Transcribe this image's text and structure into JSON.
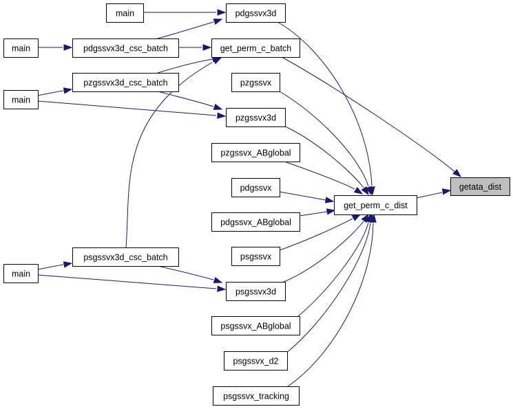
{
  "graph": {
    "root": "getata_dist",
    "colors": {
      "edge": "#191970",
      "node_border": "#000000",
      "node_fill": "#ffffff",
      "root_fill": "#bfbfbf"
    },
    "nodes": {
      "getata_dist": "getata_dist",
      "get_perm_c_dist": "get_perm_c_dist",
      "get_perm_c_batch": "get_perm_c_batch",
      "pdgssvx3d": "pdgssvx3d",
      "pdgssvx3d_csc_batch": "pdgssvx3d_csc_batch",
      "pzgssvx3d_csc_batch": "pzgssvx3d_csc_batch",
      "psgssvx3d_csc_batch": "psgssvx3d_csc_batch",
      "pzgssvx": "pzgssvx",
      "pzgssvx3d": "pzgssvx3d",
      "pzgssvx_ABglobal": "pzgssvx_ABglobal",
      "pdgssvx": "pdgssvx",
      "pdgssvx_ABglobal": "pdgssvx_ABglobal",
      "psgssvx": "psgssvx",
      "psgssvx3d": "psgssvx3d",
      "psgssvx_ABglobal": "psgssvx_ABglobal",
      "psgssvx_d2": "psgssvx_d2",
      "psgssvx_tracking": "psgssvx_tracking",
      "main1": "main",
      "main2": "main",
      "main3": "main",
      "main4": "main"
    },
    "edges": [
      [
        "get_perm_c_batch",
        "getata_dist"
      ],
      [
        "get_perm_c_dist",
        "getata_dist"
      ],
      [
        "pdgssvx3d_csc_batch",
        "get_perm_c_batch"
      ],
      [
        "pzgssvx3d_csc_batch",
        "get_perm_c_batch"
      ],
      [
        "psgssvx3d_csc_batch",
        "get_perm_c_batch"
      ],
      [
        "pdgssvx3d",
        "get_perm_c_dist"
      ],
      [
        "pzgssvx",
        "get_perm_c_dist"
      ],
      [
        "pzgssvx3d",
        "get_perm_c_dist"
      ],
      [
        "pzgssvx_ABglobal",
        "get_perm_c_dist"
      ],
      [
        "pdgssvx",
        "get_perm_c_dist"
      ],
      [
        "pdgssvx_ABglobal",
        "get_perm_c_dist"
      ],
      [
        "psgssvx",
        "get_perm_c_dist"
      ],
      [
        "psgssvx3d",
        "get_perm_c_dist"
      ],
      [
        "psgssvx_ABglobal",
        "get_perm_c_dist"
      ],
      [
        "psgssvx_d2",
        "get_perm_c_dist"
      ],
      [
        "psgssvx_tracking",
        "get_perm_c_dist"
      ],
      [
        "main1",
        "pdgssvx3d"
      ],
      [
        "pdgssvx3d_csc_batch",
        "pdgssvx3d"
      ],
      [
        "main2",
        "pdgssvx3d_csc_batch"
      ],
      [
        "main3",
        "pzgssvx3d_csc_batch"
      ],
      [
        "main3",
        "pzgssvx3d"
      ],
      [
        "pzgssvx3d_csc_batch",
        "pzgssvx3d"
      ],
      [
        "main4",
        "psgssvx3d_csc_batch"
      ],
      [
        "main4",
        "psgssvx3d"
      ],
      [
        "psgssvx3d_csc_batch",
        "psgssvx3d"
      ]
    ]
  }
}
